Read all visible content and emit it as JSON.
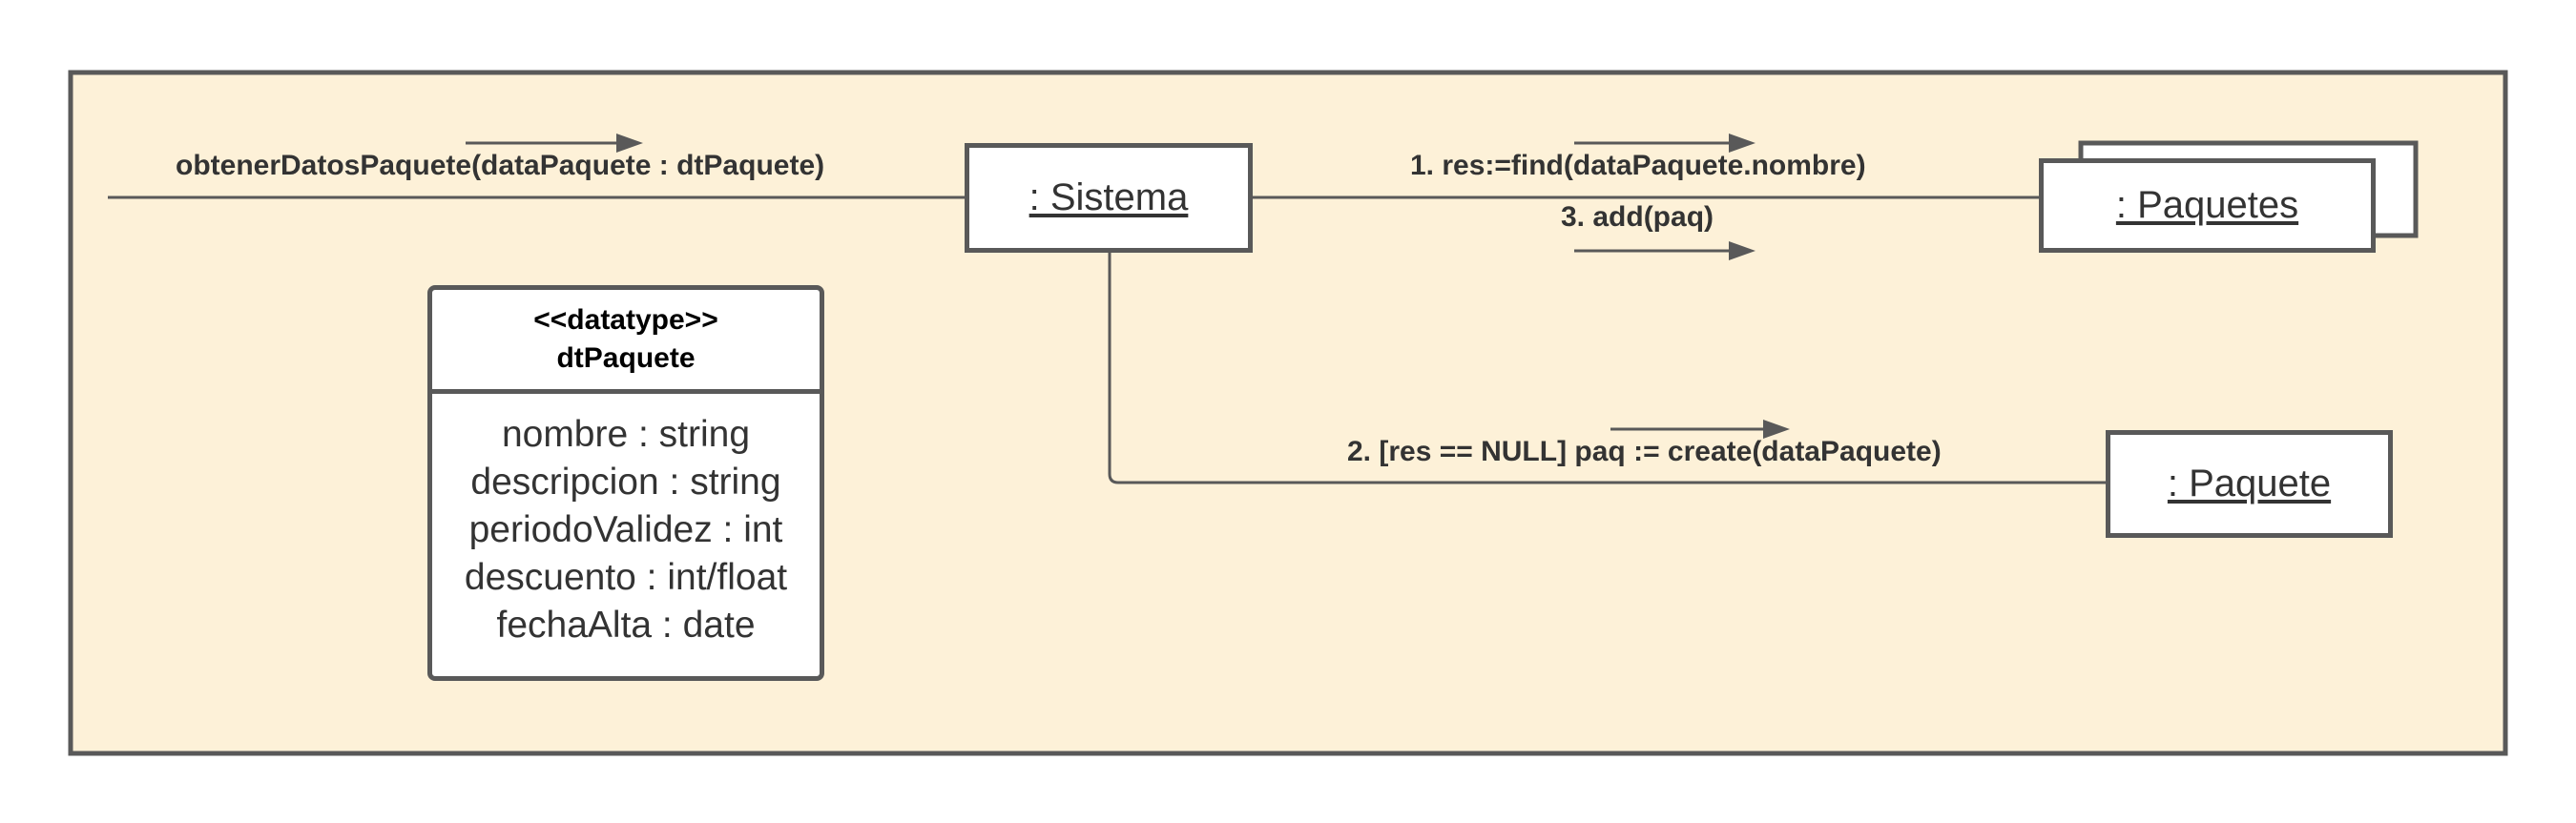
{
  "diagram": {
    "incoming_message": "obtenerDatosPaquete(dataPaquete : dtPaquete)",
    "objects": {
      "sistema": ": Sistema",
      "paquetes": ": Paquetes",
      "paquete": ": Paquete"
    },
    "messages": {
      "find": "1. res:=find(dataPaquete.nombre)",
      "add": "3. add(paq)",
      "create": "2. [res == NULL] paq := create(dataPaquete)"
    },
    "datatype": {
      "stereotype": "<<datatype>>",
      "name": "dtPaquete",
      "attributes": [
        "nombre : string",
        "descripcion : string",
        "periodoValidez : int",
        "descuento : int/float",
        "fechaAlta : date"
      ]
    }
  },
  "colors": {
    "frame_fill": "#fdf1d8",
    "frame_border": "#595959",
    "line": "#595959",
    "text": "#333333"
  }
}
